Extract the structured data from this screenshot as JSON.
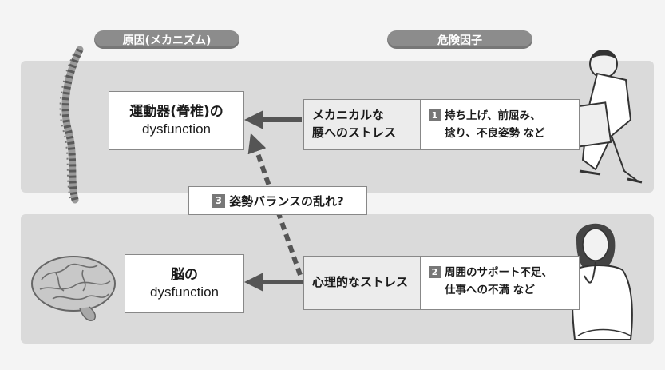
{
  "headers": {
    "cause": "原因(メカニズム)",
    "risk": "危険因子"
  },
  "top": {
    "target_line1": "運動器(脊椎)の",
    "target_line2": "dysfunction",
    "stress_line1": "メカニカルな",
    "stress_line2": "腰へのストレス",
    "factor_number": "1",
    "factor_line1": "持ち上げ、前屈み、",
    "factor_line2": "捻り、不良姿勢 など"
  },
  "balance": {
    "number": "3",
    "text": "姿勢バランスの乱れ?"
  },
  "bottom": {
    "target_line1": "脳の",
    "target_line2": "dysfunction",
    "stress_line1": "心理的なストレス",
    "factor_number": "2",
    "factor_line1": "周囲のサポート不足、",
    "factor_line2": "仕事への不満 など"
  },
  "colors": {
    "band": "#dadada",
    "pill": "#8c8c8c",
    "arrow": "#555555"
  },
  "icons": [
    "spine-illustration",
    "brain-illustration",
    "lifting-man-illustration",
    "worried-woman-illustration"
  ]
}
